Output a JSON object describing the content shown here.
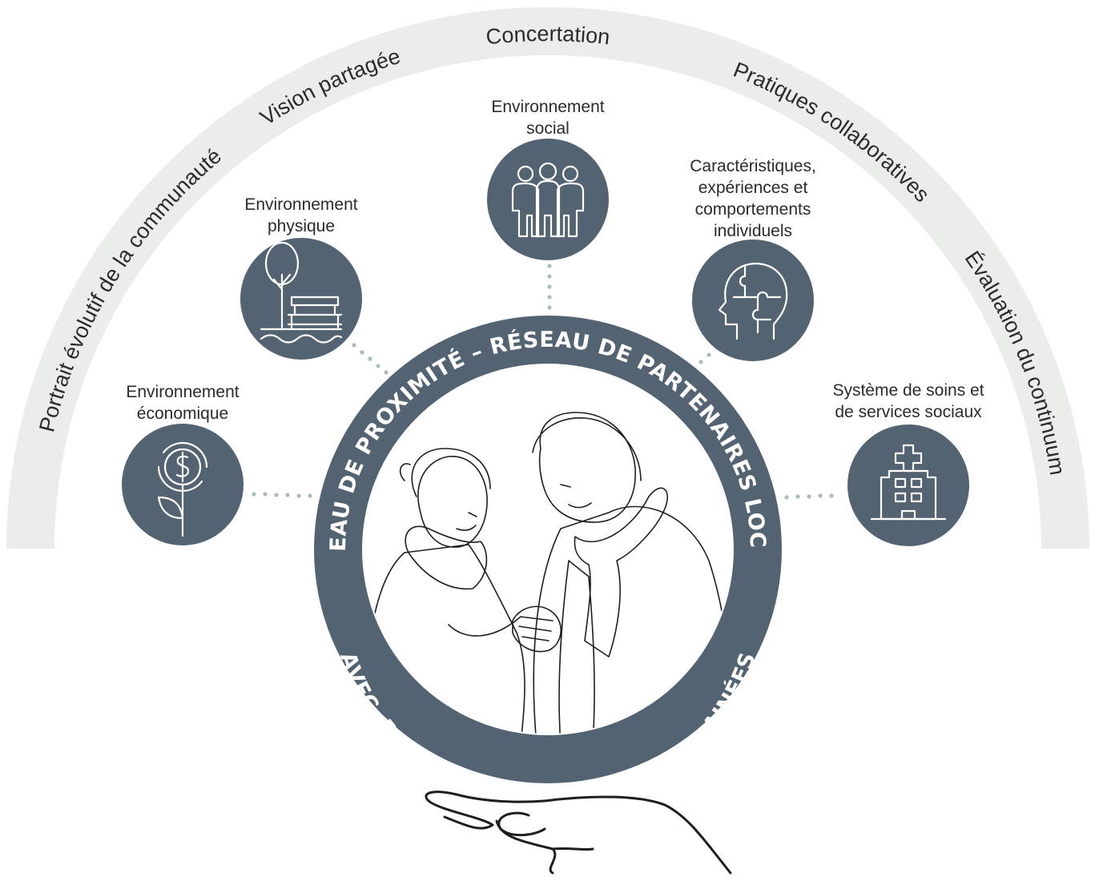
{
  "arc_labels": [
    "Portrait évolutif de la communauté",
    "Vision partagée",
    "Concertation",
    "Pratiques collaboratives",
    "Évaluation du continuum"
  ],
  "ring": {
    "top": "RÉSEAU DE PROXIMITÉ – RÉSEAU DE PARTENAIRES LOCAUX",
    "bottom": "AVEC, PAR ET POUR LES PERSONNES AINÉES"
  },
  "nodes": [
    {
      "id": "economique",
      "lines": [
        "Environnement",
        "économique"
      ],
      "icon": "money-plant-icon"
    },
    {
      "id": "physique",
      "lines": [
        "Environnement",
        "physique"
      ],
      "icon": "tree-bench-icon"
    },
    {
      "id": "social",
      "lines": [
        "Environnement",
        "social"
      ],
      "icon": "people-group-icon"
    },
    {
      "id": "individuel",
      "lines": [
        "Caractéristiques,",
        "expériences et",
        "comportements",
        "individuels"
      ],
      "icon": "puzzle-head-icon"
    },
    {
      "id": "soins",
      "lines": [
        "Système de soins et",
        "de services sociaux"
      ],
      "icon": "hospital-icon"
    }
  ],
  "colors": {
    "node": "#536372",
    "arc": "#eaedea",
    "ring": "#536372",
    "dots": "#a9bdbb",
    "coat_woman": "#f3e6e3",
    "scarf_woman": "#f0d2ca",
    "coat_man": "#b8c4c1",
    "scarf_man": "#4f5d6a"
  }
}
